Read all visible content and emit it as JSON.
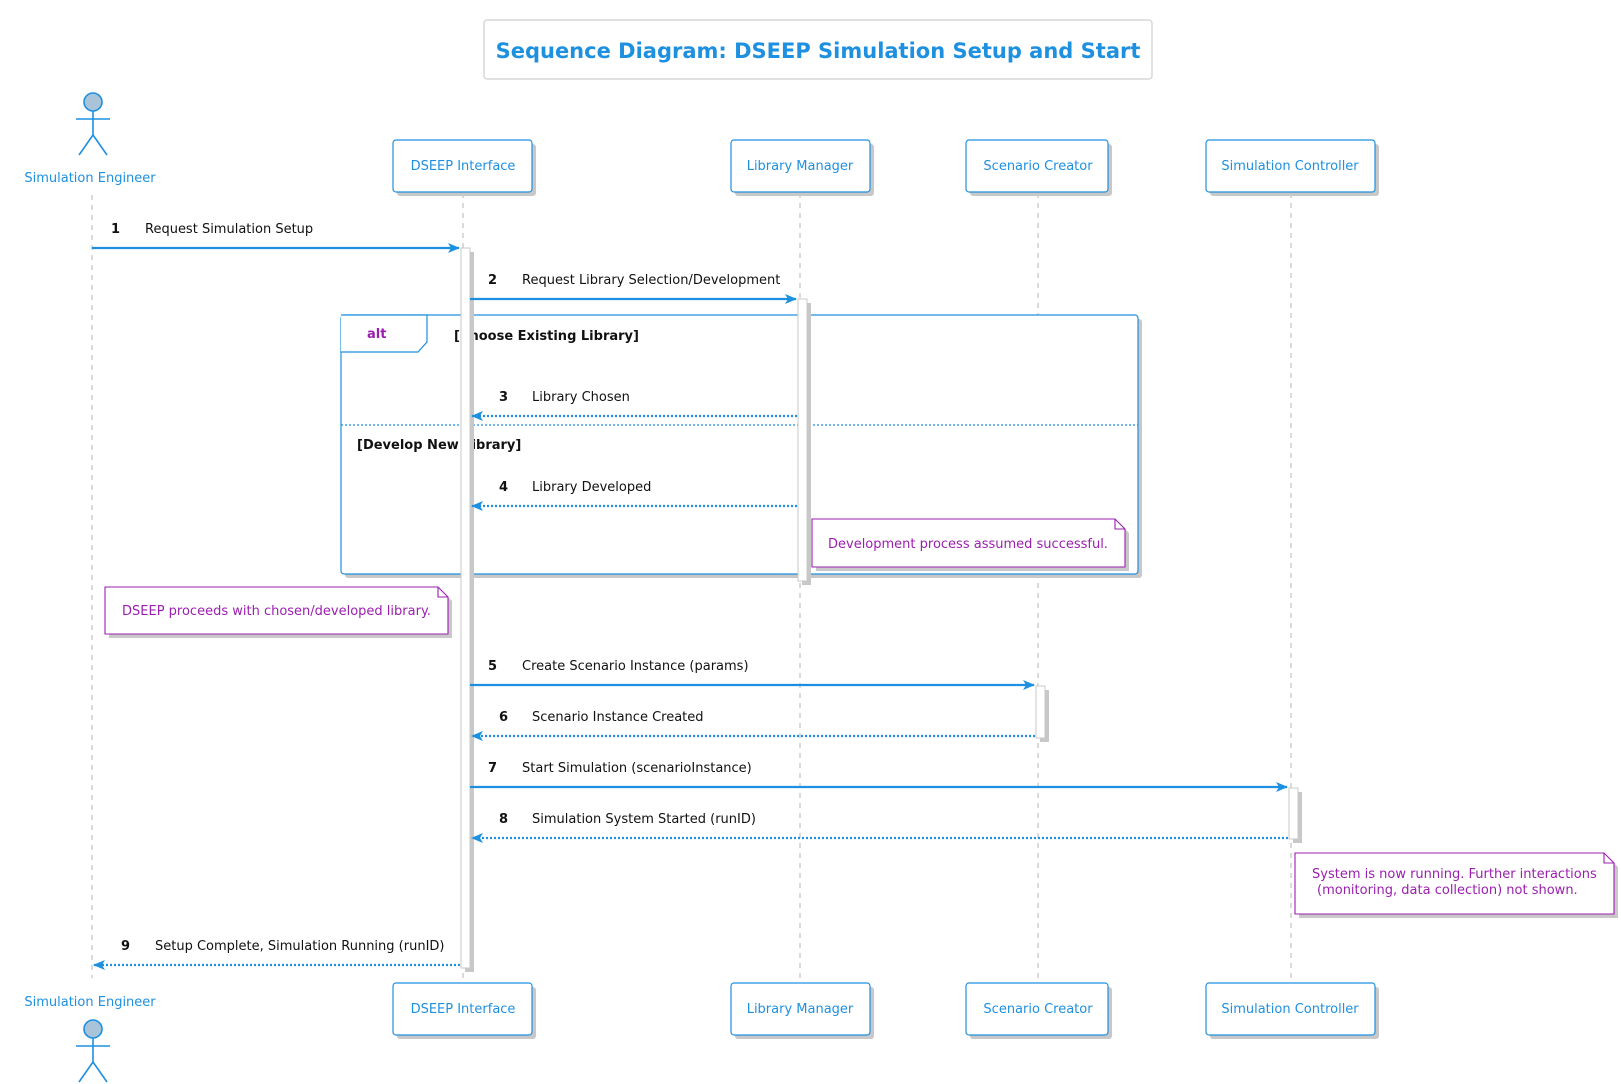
{
  "title": "Sequence Diagram: DSEEP Simulation Setup and Start",
  "colors": {
    "accent": "#1e90e0",
    "note": "#9b1faf",
    "text": "#111111",
    "shadow": "#c8c8c8",
    "lifeline": "#b5b5b5"
  },
  "actor": {
    "name": "Simulation Engineer"
  },
  "participants": [
    {
      "id": "dseep",
      "name": "DSEEP Interface"
    },
    {
      "id": "lib",
      "name": "Library Manager"
    },
    {
      "id": "scen",
      "name": "Scenario Creator"
    },
    {
      "id": "ctrl",
      "name": "Simulation Controller"
    }
  ],
  "messages": [
    {
      "num": "1",
      "text": "Request Simulation Setup",
      "from": "engineer",
      "to": "dseep",
      "kind": "sync"
    },
    {
      "num": "2",
      "text": "Request Library Selection/Development",
      "from": "dseep",
      "to": "lib",
      "kind": "sync"
    },
    {
      "num": "3",
      "text": "Library Chosen",
      "from": "lib",
      "to": "dseep",
      "kind": "reply"
    },
    {
      "num": "4",
      "text": "Library Developed",
      "from": "lib",
      "to": "dseep",
      "kind": "reply"
    },
    {
      "num": "5",
      "text": "Create Scenario Instance (params)",
      "from": "dseep",
      "to": "scen",
      "kind": "sync"
    },
    {
      "num": "6",
      "text": "Scenario Instance Created",
      "from": "scen",
      "to": "dseep",
      "kind": "reply"
    },
    {
      "num": "7",
      "text": "Start Simulation (scenarioInstance)",
      "from": "dseep",
      "to": "ctrl",
      "kind": "sync"
    },
    {
      "num": "8",
      "text": "Simulation System Started (runID)",
      "from": "ctrl",
      "to": "dseep",
      "kind": "reply"
    },
    {
      "num": "9",
      "text": "Setup Complete, Simulation Running (runID)",
      "from": "dseep",
      "to": "engineer",
      "kind": "reply"
    }
  ],
  "alt": {
    "label": "alt",
    "guard1": "[Choose Existing Library]",
    "guard2": "[Develop New Library]"
  },
  "notes": {
    "dev": "Development process assumed successful.",
    "proceed": "DSEEP proceeds with chosen/developed library.",
    "running_line1": "System is now running. Further interactions",
    "running_line2": "(monitoring, data collection) not shown."
  }
}
